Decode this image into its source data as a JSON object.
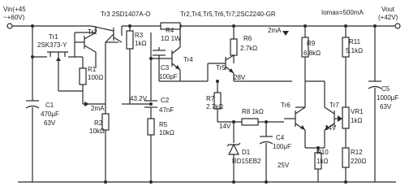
{
  "terminals": {
    "vin_line1": "Vin(+45",
    "vin_line2": "~+60V)",
    "vout_line1": "Vout",
    "vout_line2": "(+42V)"
  },
  "header": {
    "tr3_label": "Tr3  2SD1407A-O",
    "tr_group_label": "Tr2,Tr4,Tr5,Tr6,Tr7;2SC2240-GR",
    "iomax_label": "Iomax=500mA"
  },
  "components": {
    "tr1_name": "Tr1",
    "tr1_part": "2SK373-Y",
    "tr2": "Tr2",
    "tr4": "Tr4",
    "tr5": "Tr5",
    "tr6": "Tr6",
    "tr7": "Tr7",
    "r1_name": "R1",
    "r1_val": "100Ω",
    "r2_name": "R2",
    "r2_val": "10kΩ",
    "r3_name": "R3",
    "r3_val": "1kΩ",
    "r4_name": "R4",
    "r4_val": "1Ω 1W",
    "r5_name": "R5",
    "r5_val": "10kΩ",
    "r6_name": "R6",
    "r6_val": "2.7kΩ",
    "r7_name": "R7",
    "r7_val": "2.7kΩ",
    "r8_label": "R8  1kΩ",
    "r9_name": "R9",
    "r9_val": "6.8kΩ",
    "r10_name": "R10",
    "r10_val": "1kΩ",
    "r11_name": "R11",
    "r11_val": "5.1kΩ",
    "r12_name": "R12",
    "r12_val": "220Ω",
    "vr1_name": "VR1",
    "vr1_val": "1kΩ",
    "c1_name": "C1",
    "c1_val": "470μF",
    "c1_volt": "63V",
    "c2_name": "C2",
    "c2_val": "47nF",
    "c3_name": "C3",
    "c3_val": "100pF",
    "c4_name": "C4",
    "c4_val": "100μF",
    "c4_volt": "25V",
    "c5_name": "C5",
    "c5_val": "1000μF",
    "c5_volt": "63V",
    "d1_name": "D1",
    "d1_part": "RD15EB2"
  },
  "annotations": {
    "current_2ma_left": "2mA",
    "current_2ma_right": "2mA",
    "v_43_2": "43.2V",
    "v_28": "28V",
    "v_14_left": "14V",
    "v_14_right": "14V"
  }
}
